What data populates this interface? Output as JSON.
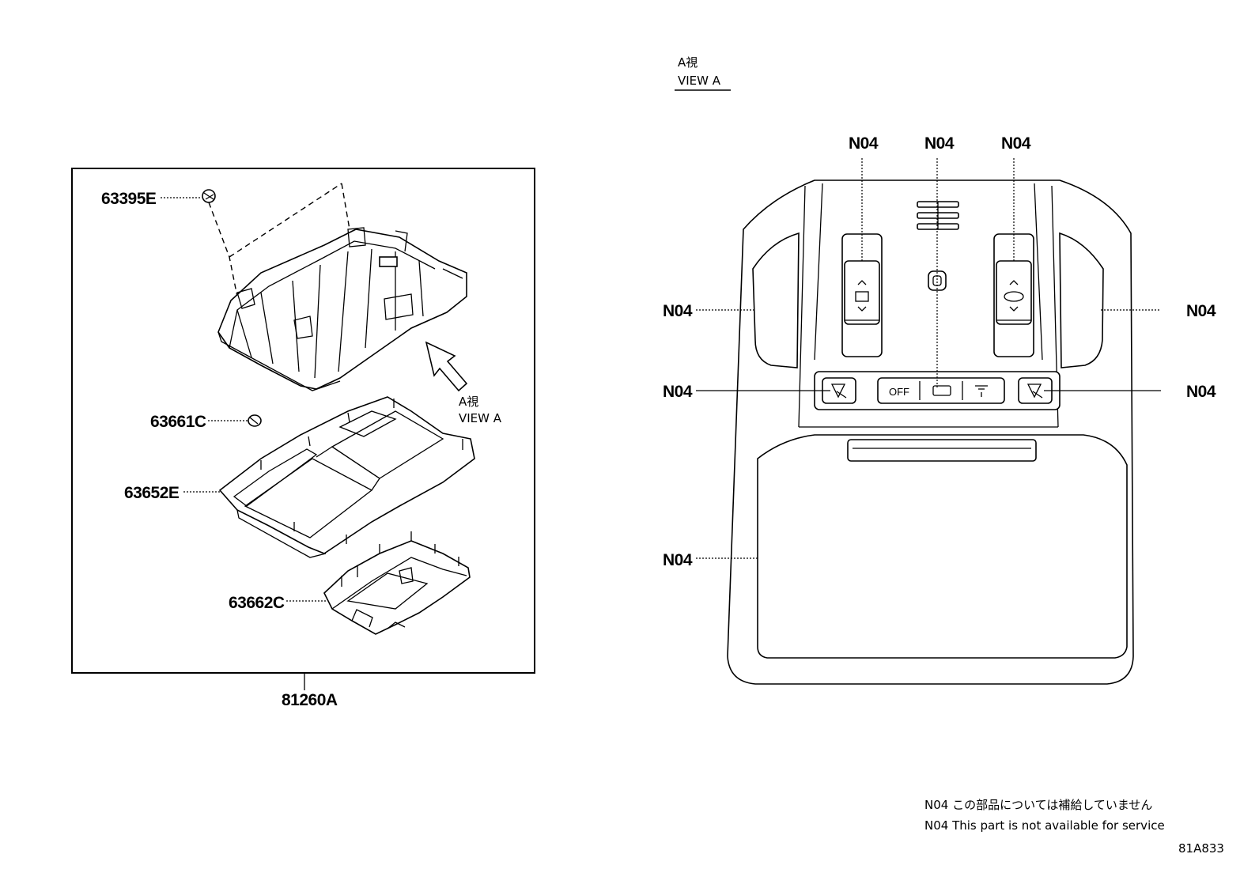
{
  "left_panel": {
    "labels": {
      "p63395E": "63395E",
      "p63661C": "63661C",
      "p63652E": "63652E",
      "p63662C": "63662C",
      "assembly": "81260A"
    },
    "view_arrow": {
      "jp": "A視",
      "en": "VIEW A"
    }
  },
  "right_panel": {
    "view_title": {
      "jp": "A視",
      "en": "VIEW A"
    },
    "callouts": {
      "top_left": "N04",
      "top_mid": "N04",
      "top_right": "N04",
      "side_upper_left": "N04",
      "side_upper_right": "N04",
      "side_mid_left": "N04",
      "side_mid_right": "N04",
      "lower_left": "N04"
    },
    "switch_off_label": "OFF"
  },
  "notes": {
    "jp": "N04 この部品については補給していません",
    "en": "N04 This part is not available for service"
  },
  "figure_id": "81A833"
}
